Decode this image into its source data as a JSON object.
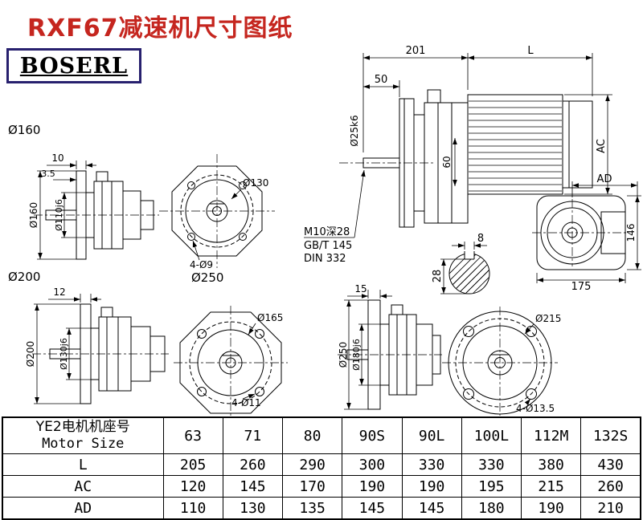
{
  "page": {
    "title": "RXF67减速机尺寸图纸",
    "brand": "BOSERL"
  },
  "group_labels": {
    "g160": "Ø160",
    "g200": "Ø200",
    "g250": "Ø250"
  },
  "main_view": {
    "dim_201": "201",
    "dim_L": "L",
    "dim_50": "50",
    "shaft_dia": "Ø25k6",
    "dim_60": "60",
    "dim_AC": "AC",
    "note1": "M10深28",
    "note2": "GB/T 145",
    "note3": "DIN 332"
  },
  "key_section": {
    "width": "8",
    "height": "28"
  },
  "ad_view": {
    "dim_AD": "AD",
    "dim_146": "146",
    "dim_175": "175"
  },
  "flange160_view": {
    "dim_10": "10",
    "dim_35": "3.5",
    "dia_outer": "Ø160",
    "dia_pilot": "Ø110j6"
  },
  "front130_view": {
    "bolt_circle": "Ø130",
    "holes": "4-Ø9"
  },
  "flange200_view": {
    "dim_12": "12",
    "dia_outer": "Ø200",
    "dia_pilot": "Ø130j6"
  },
  "front165_view": {
    "bolt_circle": "Ø165",
    "holes": "4-Ø11"
  },
  "flange250_view": {
    "dim_15": "15",
    "dia_outer": "Ø250",
    "dia_pilot": "Ø180j6"
  },
  "front215_view": {
    "bolt_circle": "Ø215",
    "holes": "4-Ø13.5"
  },
  "table": {
    "header_cn": "YE2电机机座号",
    "header_en": "Motor Size",
    "sizes": [
      "63",
      "71",
      "80",
      "90S",
      "90L",
      "100L",
      "112M",
      "132S"
    ],
    "rows": [
      {
        "label": "L",
        "values": [
          "205",
          "260",
          "290",
          "300",
          "330",
          "330",
          "380",
          "430"
        ]
      },
      {
        "label": "AC",
        "values": [
          "120",
          "145",
          "170",
          "190",
          "190",
          "195",
          "215",
          "260"
        ]
      },
      {
        "label": "AD",
        "values": [
          "110",
          "130",
          "135",
          "145",
          "145",
          "180",
          "190",
          "210"
        ]
      }
    ]
  }
}
